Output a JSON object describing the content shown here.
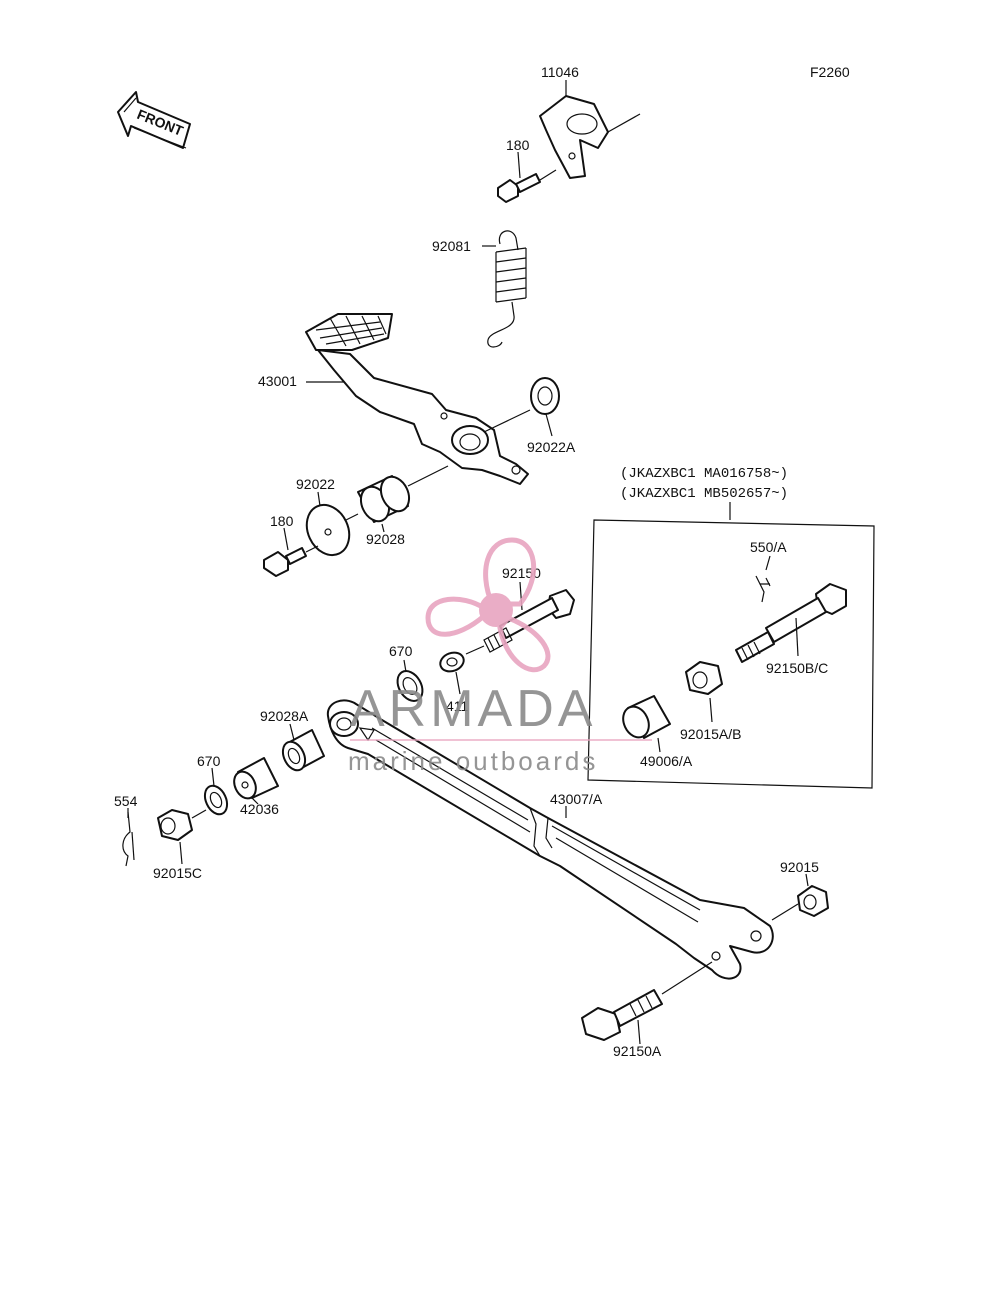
{
  "figure_code": "F2260",
  "front_label": "FRONT",
  "variant_note": {
    "line1": "(JKAZXBC1 MA016758~)",
    "line2": "(JKAZXBC1 MB502657~)"
  },
  "parts": {
    "p11046": "11046",
    "p180_top": "180",
    "p92081": "92081",
    "p43001": "43001",
    "p92022A": "92022A",
    "p92022": "92022",
    "p180_mid": "180",
    "p92028": "92028",
    "p92150": "92150",
    "p670_top": "670",
    "p411": "411",
    "p92028A": "92028A",
    "p670_low": "670",
    "p42036": "42036",
    "p554": "554",
    "p92015C": "92015C",
    "p43007A": "43007/A",
    "p92015": "92015",
    "p92150A": "92150A",
    "p550A": "550/A",
    "p92150BC": "92150B/C",
    "p92015AB": "92015A/B",
    "p49006A": "49006/A"
  },
  "watermark": {
    "brand": "ARMADA",
    "tagline": "marine outboards",
    "logo_color": "#e8a5c0"
  }
}
